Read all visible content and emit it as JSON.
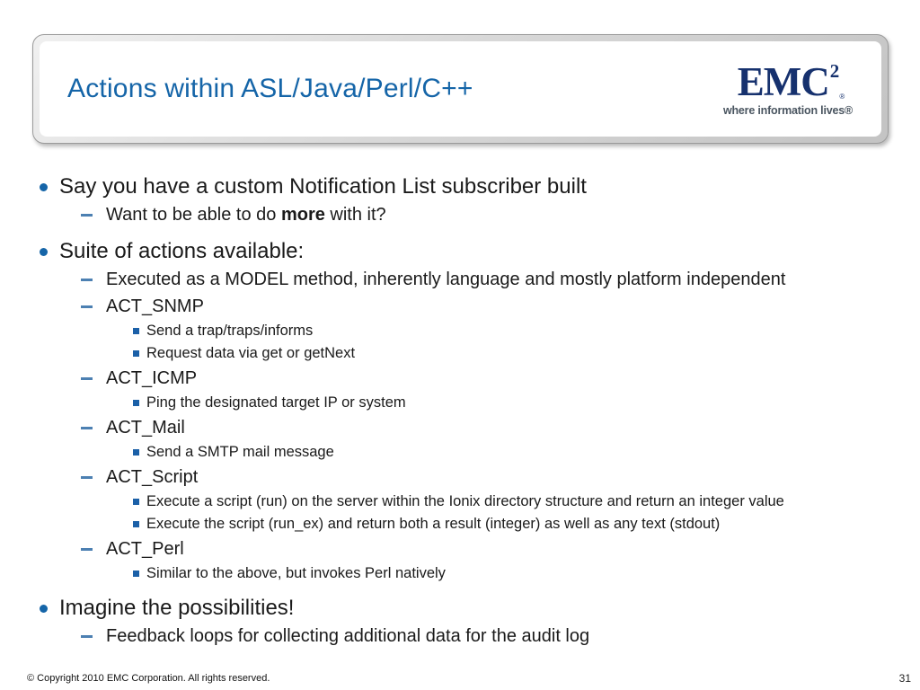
{
  "slide": {
    "title": "Actions within ASL/Java/Perl/C++",
    "footer": "© Copyright 2010 EMC Corporation. All rights reserved.",
    "page_number": "31"
  },
  "logo": {
    "name": "EMC",
    "exponent": "2",
    "registered": "®",
    "tagline": "where information lives®"
  },
  "colors": {
    "title_blue": "#1565a8",
    "bullet_blue": "#1565a8",
    "dash_blue": "#4c80b2",
    "square_blue": "#1b60a8",
    "logo_navy": "#16316e",
    "tagline_gray": "#4a5560",
    "body_text": "#1a1a1a"
  },
  "content": {
    "items": [
      {
        "level": 1,
        "text": "Say you have a custom Notification List subscriber built"
      },
      {
        "level": 2,
        "text_prefix": "Want to be able to do ",
        "text_bold": "more",
        "text_suffix": " with it?"
      },
      {
        "level": 1,
        "text": "Suite of actions available:"
      },
      {
        "level": 2,
        "text": "Executed as a MODEL method, inherently language and mostly platform independent"
      },
      {
        "level": 2,
        "text": "ACT_SNMP"
      },
      {
        "level": 3,
        "text": "Send a trap/traps/informs"
      },
      {
        "level": 3,
        "text": "Request data via get or getNext"
      },
      {
        "level": 2,
        "text": "ACT_ICMP"
      },
      {
        "level": 3,
        "text": "Ping the designated target IP or system"
      },
      {
        "level": 2,
        "text": "ACT_Mail"
      },
      {
        "level": 3,
        "text": "Send a SMTP mail message"
      },
      {
        "level": 2,
        "text": "ACT_Script"
      },
      {
        "level": 3,
        "text": "Execute a script (run) on the server within the Ionix directory structure and return an integer value"
      },
      {
        "level": 3,
        "text": "Execute the script (run_ex) and return both a result (integer) as well as any text (stdout)"
      },
      {
        "level": 2,
        "text": "ACT_Perl"
      },
      {
        "level": 3,
        "text": "Similar to the above, but invokes Perl natively"
      },
      {
        "level": 1,
        "text": "Imagine the possibilities!"
      },
      {
        "level": 2,
        "text": "Feedback loops for collecting additional data for the audit log"
      }
    ]
  }
}
